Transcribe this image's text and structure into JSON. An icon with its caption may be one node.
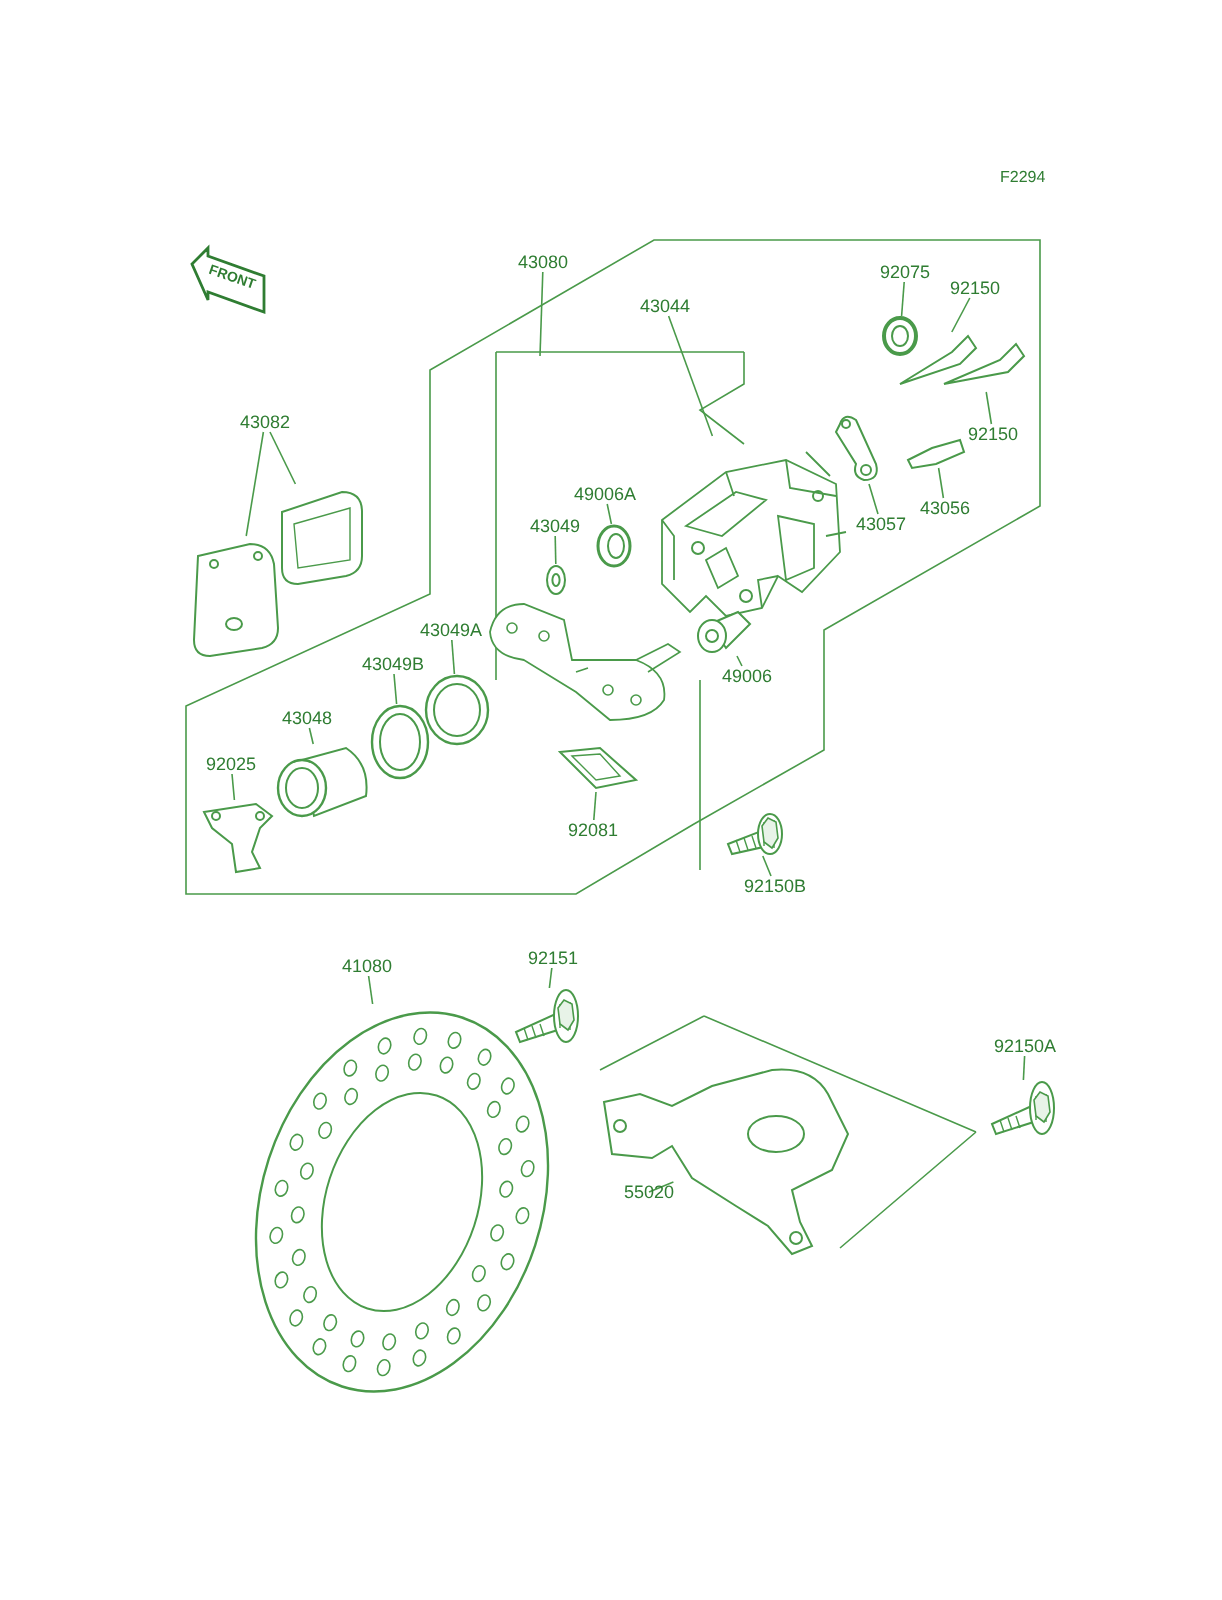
{
  "diagram": {
    "nodes": [
      {
        "text": [
          "43080"
        ]
      },
      {
        "text": [
          "43044"
        ]
      },
      {
        "text": [],
        "shape": "picture"
      },
      {
        "text": [
          "43082"
        ]
      },
      {
        "text": [],
        "shape": "picture"
      },
      {
        "text": [],
        "shape": "picture"
      },
      {
        "text": [
          "92075"
        ]
      },
      {
        "text": [],
        "shape": "picture"
      },
      {
        "text": [
          "92150"
        ]
      },
      {
        "text": [],
        "shape": "picture"
      },
      {
        "text": [
          "92150"
        ]
      },
      {
        "text": [],
        "shape": "picture"
      },
      {
        "text": [
          "43056"
        ]
      },
      {
        "text": [],
        "shape": "picture"
      },
      {
        "text": [
          "43057"
        ]
      },
      {
        "text": [],
        "shape": "picture"
      },
      {
        "text": [
          "49006A"
        ]
      },
      {
        "text": [],
        "shape": "picture"
      },
      {
        "text": [
          "43049"
        ]
      },
      {
        "text": [],
        "shape": "picture"
      },
      {
        "text": [
          "43049A"
        ]
      },
      {
        "text": [],
        "shape": "picture"
      },
      {
        "text": [
          "43049B"
        ]
      },
      {
        "text": [],
        "shape": "picture"
      },
      {
        "text": [
          "43048"
        ]
      },
      {
        "text": [],
        "shape": "picture"
      },
      {
        "text": [
          "92025"
        ]
      },
      {
        "text": [],
        "shape": "picture"
      },
      {
        "text": [
          "92081"
        ]
      },
      {
        "text": [],
        "shape": "picture"
      },
      {
        "text": [
          "49006"
        ]
      },
      {
        "text": [],
        "shape": "picture"
      },
      {
        "text": [
          "92150B"
        ]
      },
      {
        "text": [],
        "shape": "picture"
      },
      {
        "text": [
          "41080"
        ]
      },
      {
        "text": [],
        "shape": "picture"
      },
      {
        "text": [
          "92151"
        ]
      },
      {
        "text": [],
        "shape": "picture"
      },
      {
        "text": [
          "55020"
        ]
      },
      {
        "text": [],
        "shape": "picture"
      },
      {
        "text": [
          "92150A"
        ]
      },
      {
        "text": [],
        "shape": "picture"
      }
    ],
    "edges": [
      {
        "from": 0,
        "to": null,
        "arrow": "none"
      },
      {
        "from": 1,
        "to": 2,
        "arrow": "none"
      },
      {
        "from": 3,
        "to": 4,
        "arrow": "none"
      },
      {
        "from": 3,
        "to": 5,
        "arrow": "none"
      },
      {
        "from": 6,
        "to": 7,
        "arrow": "none"
      },
      {
        "from": 8,
        "to": 9,
        "arrow": "none"
      },
      {
        "from": 10,
        "to": 11,
        "arrow": "none"
      },
      {
        "from": 12,
        "to": 13,
        "arrow": "none"
      },
      {
        "from": 14,
        "to": 15,
        "arrow": "none"
      },
      {
        "from": 16,
        "to": 17,
        "arrow": "none"
      },
      {
        "from": 18,
        "to": 19,
        "arrow": "none"
      },
      {
        "from": 20,
        "to": 21,
        "arrow": "none"
      },
      {
        "from": 22,
        "to": 23,
        "arrow": "none"
      },
      {
        "from": 24,
        "to": 25,
        "arrow": "none"
      },
      {
        "from": 26,
        "to": 27,
        "arrow": "none"
      },
      {
        "from": 28,
        "to": 29,
        "arrow": "none"
      },
      {
        "from": 30,
        "to": 31,
        "arrow": "none"
      },
      {
        "from": 32,
        "to": 33,
        "arrow": "none"
      },
      {
        "from": 34,
        "to": 35,
        "arrow": "none"
      },
      {
        "from": 36,
        "to": 37,
        "arrow": "none"
      },
      {
        "from": 38,
        "to": 39,
        "arrow": "none"
      },
      {
        "from": 40,
        "to": 41,
        "arrow": "none"
      }
    ],
    "labels": [
      "F2294",
      "FRONT"
    ]
  }
}
